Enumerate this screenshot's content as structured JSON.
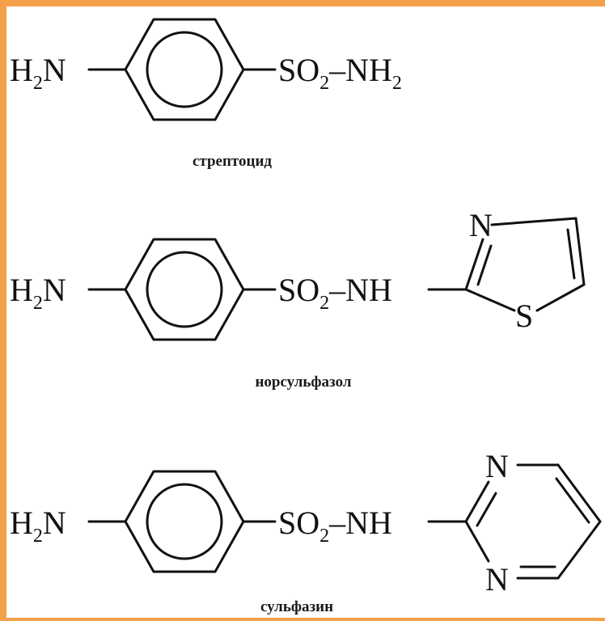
{
  "colors": {
    "frame": "#f5a04b",
    "ink": "#111111"
  },
  "groups": {
    "amine_h": "H",
    "amine_2": "2",
    "amine_n": "N",
    "sulfonyl_so": "SO",
    "sulfonyl_2": "2",
    "dash": "–",
    "nh2_n": "NH",
    "nh2_2": "2",
    "nh": "NH",
    "ring_n": "N",
    "ring_s": "S"
  },
  "compounds": [
    {
      "name": "стрептоцид"
    },
    {
      "name": "норсульфазол"
    },
    {
      "name": "сульфазин"
    }
  ]
}
